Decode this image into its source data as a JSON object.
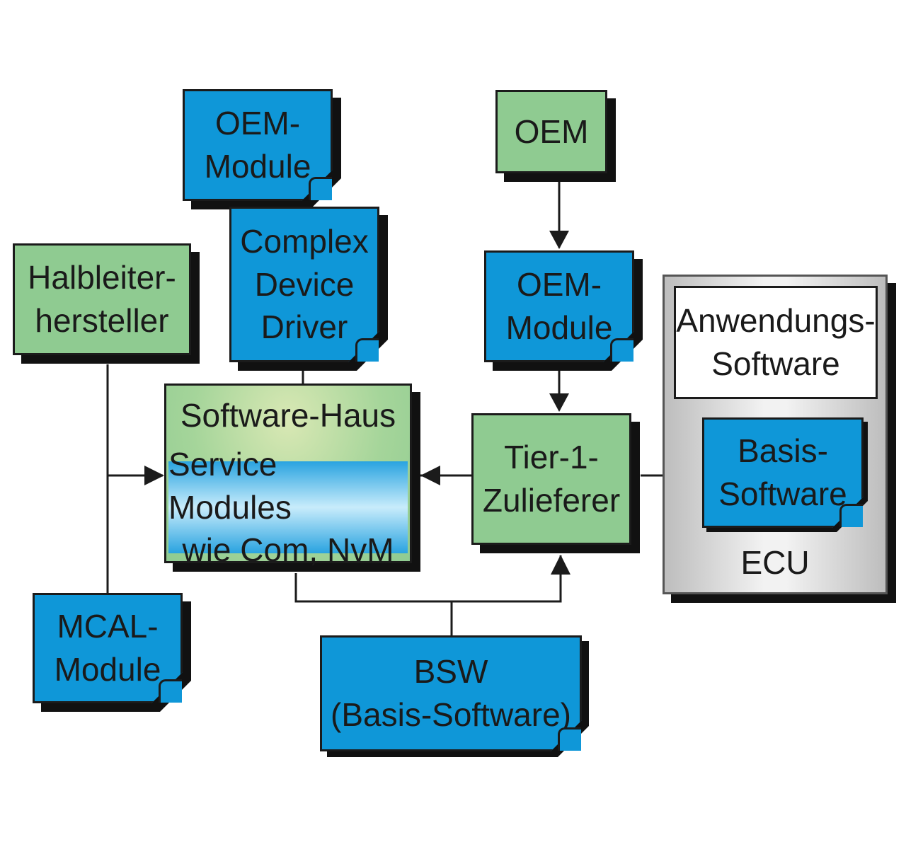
{
  "nodes": {
    "oem_module_top": {
      "line1": "OEM-",
      "line2": "Module"
    },
    "oem": {
      "label": "OEM"
    },
    "complex_device_driver": {
      "line1": "Complex",
      "line2": "Device",
      "line3": "Driver"
    },
    "halbleiter": {
      "line1": "Halbleiter-",
      "line2": "hersteller"
    },
    "oem_module_mid": {
      "line1": "OEM-",
      "line2": "Module"
    },
    "software_haus": {
      "label": "Software-Haus"
    },
    "service_modules": {
      "line1": "Service Modules",
      "line2": "wie Com, NvM"
    },
    "tier1": {
      "line1": "Tier-1-",
      "line2": "Zulieferer"
    },
    "anwendungs": {
      "line1": "Anwendungs-",
      "line2": "Software"
    },
    "basis": {
      "line1": "Basis-",
      "line2": "Software"
    },
    "ecu": {
      "label": "ECU"
    },
    "mcal": {
      "line1": "MCAL-",
      "line2": "Module"
    },
    "bsw": {
      "line1": "BSW",
      "line2": "(Basis-Software)"
    }
  },
  "colors": {
    "green": "#8fcb91",
    "blue": "#0f97d8",
    "line": "#1b1b1b"
  }
}
